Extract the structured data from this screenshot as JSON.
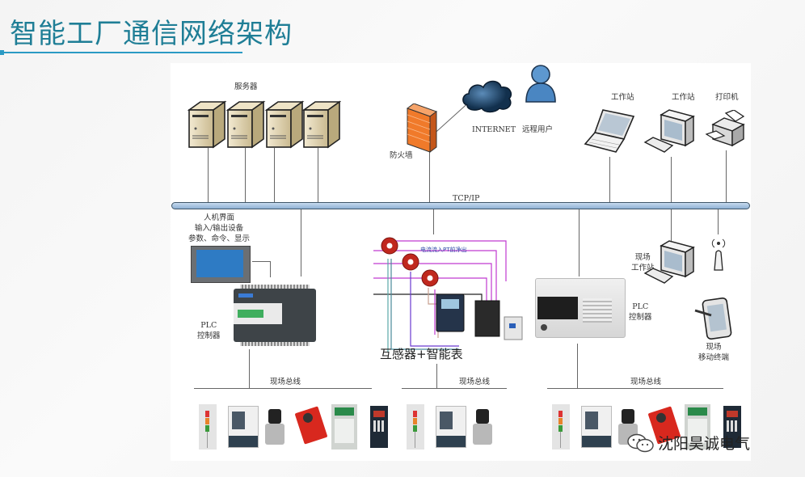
{
  "title": "智能工厂通信网络架构",
  "colors": {
    "title": "#1f7e96",
    "title_rule": "#2b9ac4",
    "bus_fill": "#a9c6e3",
    "bus_border": "#3e5568",
    "firewall": "#f07a2a",
    "cloud": "#1b3b5a",
    "user": "#4a86c2",
    "wire_magenta": "#c03ad0",
    "transformer": "#c0281e"
  },
  "network": {
    "bus_label": "TCP/IP",
    "top_nodes": {
      "servers_label": "服务器",
      "server_count": 4,
      "firewall_label": "防火墙",
      "internet_label": "INTERNET",
      "remote_user_label": "远程用户",
      "workstation1_label": "工作站",
      "workstation2_label": "工作站",
      "printer_label": "打印机"
    },
    "bottom_nodes": {
      "hmi_label_lines": [
        "人机界面",
        "输入/输出设备",
        "参数、命令、显示"
      ],
      "plc1_label_lines": [
        "PLC",
        "控制器"
      ],
      "meter_caption": "互感器+智能表",
      "meter_diagram_text": "电流流入PT前净出",
      "plc2_label_lines": [
        "PLC",
        "控制器"
      ],
      "field_workstation_lines": [
        "现场",
        "工作站"
      ],
      "mobile_terminal_lines": [
        "现场",
        "移动终端"
      ]
    },
    "field_buses": [
      {
        "label": "现场总线",
        "devices": [
          "signal-tower",
          "cnc-machine",
          "solenoid-valve",
          "valve-actuator",
          "power-module",
          "inverter"
        ]
      },
      {
        "label": "现场总线",
        "devices": [
          "signal-tower",
          "cnc-machine",
          "solenoid-valve"
        ]
      },
      {
        "label": "现场总线",
        "devices": [
          "signal-tower",
          "cnc-machine",
          "solenoid-valve",
          "valve-actuator",
          "power-module",
          "inverter"
        ]
      }
    ]
  },
  "watermark": {
    "icon": "wechat-icon",
    "text": "沈阳昊诚电气"
  }
}
